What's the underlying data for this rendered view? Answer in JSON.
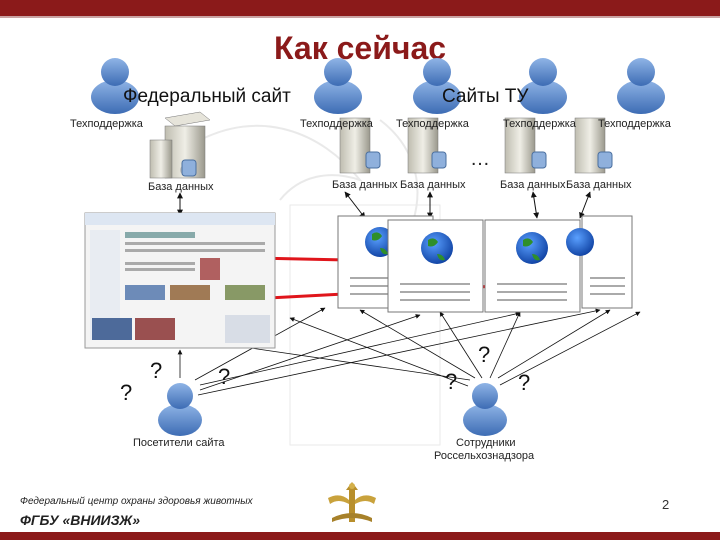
{
  "slide": {
    "title": "Как сейчас",
    "headings": {
      "federal_site": "Федеральный сайт",
      "tu_sites": "Сайты ТУ"
    },
    "server_labels": {
      "federal_server": "Техподдержка",
      "tu_server_1": "Техподдержка",
      "tu_server_2": "Техподдержка",
      "tu_server_3": "Техподдержка",
      "tu_server_4": "Техподдержка"
    },
    "db_labels": {
      "federal_db": "База данных",
      "tu_db_1": "База данных",
      "tu_db_2": "База данных",
      "tu_db_3": "База данных",
      "tu_db_4": "База данных"
    },
    "ellipsis": "…",
    "question_mark": "?",
    "visitors_label": "Посетители сайта",
    "staff_label_line1": "Сотрудники",
    "staff_label_line2": "Россельхознадзора",
    "footer": {
      "org_full": "Федеральный центр охраны здоровья животных",
      "org_short": "ФГБУ «ВНИИЗЖ»"
    },
    "page_number": "2"
  },
  "colors": {
    "brand": "#8b1a1a",
    "arrow_red": "#e0151b",
    "person_blue": "#4f7fc0",
    "globe_blue": "#1c5fd6",
    "globe_green": "#2f8f2a"
  }
}
